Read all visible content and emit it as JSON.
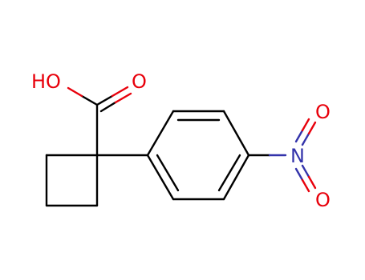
{
  "molecule": {
    "colors": {
      "bond": "#000000",
      "oxygen": "#e8000b",
      "nitrogen": "#3333aa",
      "background": "#ffffff"
    },
    "labels": {
      "hydroxyl": "HO",
      "carbonyl_oxygen": "O",
      "nitro_nitrogen": "N",
      "nitro_oxygen_top": "O",
      "nitro_oxygen_bottom": "O"
    }
  }
}
